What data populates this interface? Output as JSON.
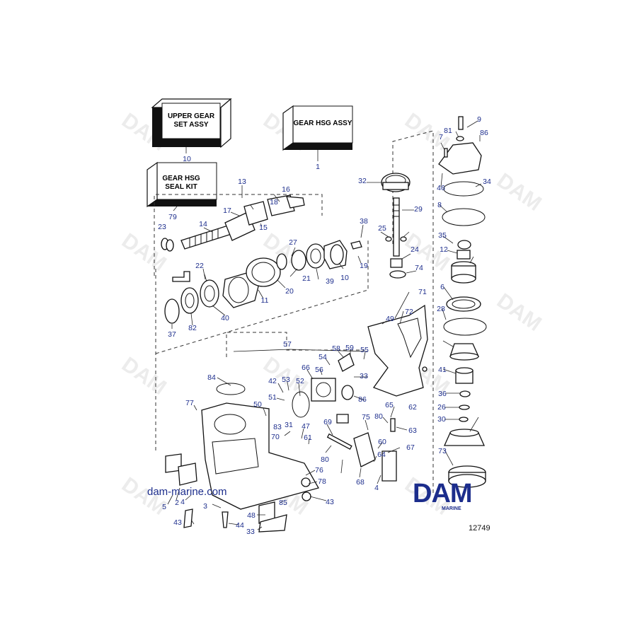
{
  "kits": [
    {
      "line1": "UPPER GEAR",
      "line2": "SET ASSY",
      "ref": "10"
    },
    {
      "line1": "GEAR HSG ASSY",
      "line2": "",
      "ref": "1"
    },
    {
      "line1": "GEAR HSG",
      "line2": "SEAL KIT",
      "ref": "79"
    }
  ],
  "callouts": [
    "13",
    "18",
    "16",
    "17",
    "14",
    "15",
    "23",
    "38",
    "27",
    "21",
    "39",
    "10",
    "19",
    "22",
    "20",
    "11",
    "40",
    "82",
    "37",
    "32",
    "29",
    "25",
    "24",
    "74",
    "9",
    "81",
    "7",
    "86",
    "46",
    "34",
    "8",
    "35",
    "12",
    "6",
    "28",
    "41",
    "36",
    "26",
    "30",
    "73",
    "71",
    "72",
    "49",
    "57",
    "58",
    "59",
    "55",
    "54",
    "66",
    "56",
    "33",
    "84",
    "42",
    "53",
    "52",
    "51",
    "50",
    "86",
    "77",
    "83",
    "70",
    "31",
    "47",
    "61",
    "69",
    "75",
    "80",
    "65",
    "62",
    "63",
    "67",
    "64",
    "80",
    "60",
    "68",
    "4",
    "76",
    "78",
    "43",
    "5",
    "2",
    "4",
    "3",
    "85",
    "43",
    "48",
    "44",
    "33",
    "1"
  ],
  "watermark": "DAM",
  "website": "dam-marine.com",
  "logo": {
    "brand": "DAM",
    "sub": "MARINE"
  },
  "figure_number": "12749",
  "colors": {
    "callout": "#1c2d8c",
    "logo": "#1c2d8c",
    "line": "#111111"
  }
}
